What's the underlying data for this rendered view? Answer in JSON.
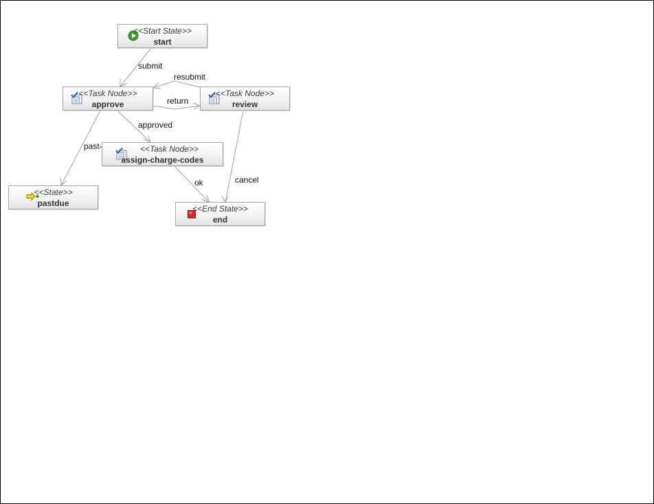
{
  "nodes": {
    "start": {
      "stereotype": "<<Start State>>",
      "name": "start",
      "icon": "play-icon"
    },
    "approve": {
      "stereotype": "<<Task Node>>",
      "name": "approve",
      "icon": "task-node-icon"
    },
    "review": {
      "stereotype": "<<Task Node>>",
      "name": "review",
      "icon": "task-node-icon"
    },
    "assign": {
      "stereotype": "<<Task Node>>",
      "name": "assign-charge-codes",
      "icon": "task-node-icon"
    },
    "pastdue": {
      "stereotype": "<<State>>",
      "name": "pastdue",
      "icon": "state-arrow-icon"
    },
    "end": {
      "stereotype": "<<End State>>",
      "name": "end",
      "icon": "stop-icon"
    }
  },
  "transitions": {
    "submit": {
      "label": "submit",
      "from": "start",
      "to": "approve"
    },
    "resubmit": {
      "label": "resubmit",
      "from": "review",
      "to": "approve"
    },
    "return": {
      "label": "return",
      "from": "approve",
      "to": "review"
    },
    "approved": {
      "label": "approved",
      "from": "approve",
      "to": "assign-charge-codes"
    },
    "past_due": {
      "label": "past-due",
      "from": "approve",
      "to": "pastdue"
    },
    "ok": {
      "label": "ok",
      "from": "assign-charge-codes",
      "to": "end"
    },
    "cancel": {
      "label": "cancel",
      "from": "review",
      "to": "end"
    }
  },
  "colors": {
    "edge": "#a0a0a0",
    "node_border": "#a6a6a6",
    "start_icon": "#3a9a3a",
    "end_icon": "#d12d2d",
    "task_check": "#1f5fa8",
    "state_arrow": "#e0b800"
  }
}
